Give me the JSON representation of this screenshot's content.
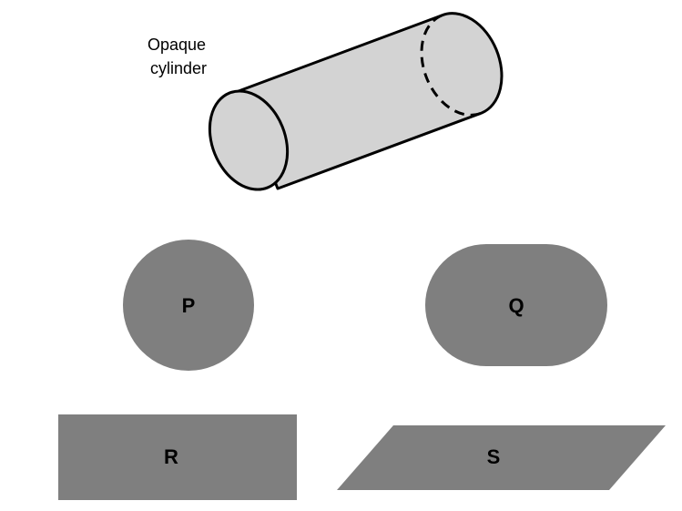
{
  "caption": {
    "line1": "Opaque",
    "line2": "cylinder"
  },
  "shapes": [
    {
      "label": "P",
      "kind": "circle"
    },
    {
      "label": "Q",
      "kind": "stadium"
    },
    {
      "label": "R",
      "kind": "rectangle"
    },
    {
      "label": "S",
      "kind": "parallelogram"
    }
  ],
  "colors": {
    "cylinder_fill": "#d3d3d3",
    "shadow_fill": "#7f7f7f",
    "stroke": "#000000"
  }
}
